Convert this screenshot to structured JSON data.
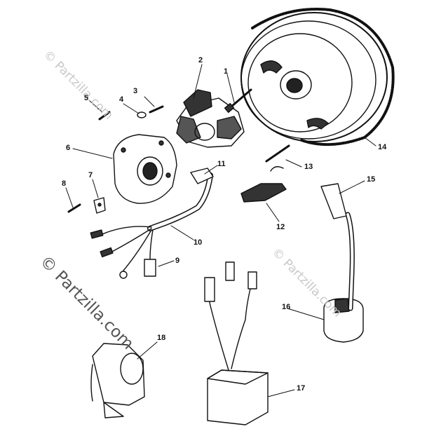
{
  "watermark": {
    "main": "© Partzilla.com",
    "faint_top": "© Partzilla.com",
    "faint_right": "© Partzilla.com"
  },
  "callouts": [
    {
      "id": "1",
      "label": "1"
    },
    {
      "id": "2",
      "label": "2"
    },
    {
      "id": "3",
      "label": "3"
    },
    {
      "id": "4",
      "label": "4"
    },
    {
      "id": "5",
      "label": "5"
    },
    {
      "id": "6",
      "label": "6"
    },
    {
      "id": "7",
      "label": "7"
    },
    {
      "id": "8",
      "label": "8"
    },
    {
      "id": "9",
      "label": "9"
    },
    {
      "id": "10",
      "label": "10"
    },
    {
      "id": "11",
      "label": "11"
    },
    {
      "id": "12",
      "label": "12"
    },
    {
      "id": "13",
      "label": "13"
    },
    {
      "id": "14",
      "label": "14"
    },
    {
      "id": "15",
      "label": "15"
    },
    {
      "id": "16",
      "label": "16"
    },
    {
      "id": "17",
      "label": "17"
    },
    {
      "id": "18",
      "label": "18"
    }
  ],
  "colors": {
    "ink": "#111111",
    "watermark": "#c9c9c9",
    "background": "#ffffff"
  }
}
